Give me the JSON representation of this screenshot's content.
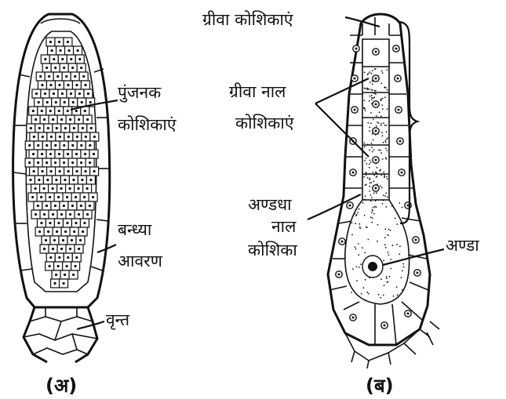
{
  "figure_a": {
    "caption": "(अ)",
    "labels": {
      "spermatogenous_1": "पुंजनक",
      "spermatogenous_2": "कोशिकाएं",
      "jacket_1": "बन्ध्या",
      "jacket_2": "आवरण",
      "stalk": "वृन्त"
    }
  },
  "figure_b": {
    "caption": "(ब)",
    "labels": {
      "neck_cells": "ग्रीवा कोशिकाएं",
      "neck_canal_1": "ग्रीवा नाल",
      "neck_canal_2": "कोशिकाएं",
      "ventral_canal_1": "अण्डधा",
      "ventral_canal_2": "नाल",
      "ventral_canal_3": "कोशिका",
      "egg": "अण्डा"
    }
  }
}
